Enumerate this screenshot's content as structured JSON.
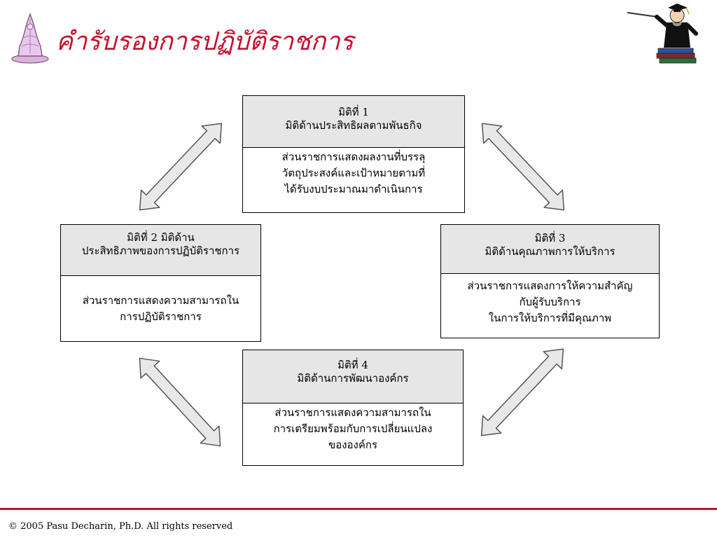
{
  "slide": {
    "title": "คำรับรองการปฏิบัติราชการ",
    "footer": "© 2005 Pasu Decharin, Ph.D. All rights reserved"
  },
  "colors": {
    "title": "#c8102e",
    "footer_line": "#c8102e",
    "header_fill": "#e6e6e6",
    "arrow_fill": "#e8e8e8"
  },
  "icons": {
    "logo": "university-seal-icon",
    "clipart": "professor-graduate-clipart-icon"
  },
  "dimensions": [
    {
      "header": [
        "มิติที่ 1",
        "มิติด้านประสิทธิผลตามพันธกิจ"
      ],
      "body": [
        "ส่วนราชการแสดงผลงานที่บรรลุ",
        "วัตถุประสงค์และเป้าหมายตามที่",
        "ได้รับงบประมาณมาดำเนินการ"
      ]
    },
    {
      "header": [
        "มิติที่ 2  มิติด้าน",
        "ประสิทธิภาพของการปฏิบัติราชการ"
      ],
      "body": [
        "ส่วนราชการแสดงความสามารถใน",
        "การปฏิบัติราชการ"
      ]
    },
    {
      "header": [
        "มิติที่ 3",
        "มิติด้านคุณภาพการให้บริการ"
      ],
      "body": [
        "ส่วนราชการแสดงการให้ความสำคัญ",
        "กับผู้รับบริการ",
        "ในการให้บริการที่มีคุณภาพ"
      ]
    },
    {
      "header": [
        "มิติที่ 4",
        "มิติด้านการพัฒนาองค์กร"
      ],
      "body": [
        "ส่วนราชการแสดงความสามารถใน",
        "การเตรียมพร้อมกับการเปลี่ยนแปลง",
        "ขององค์กร"
      ]
    }
  ]
}
